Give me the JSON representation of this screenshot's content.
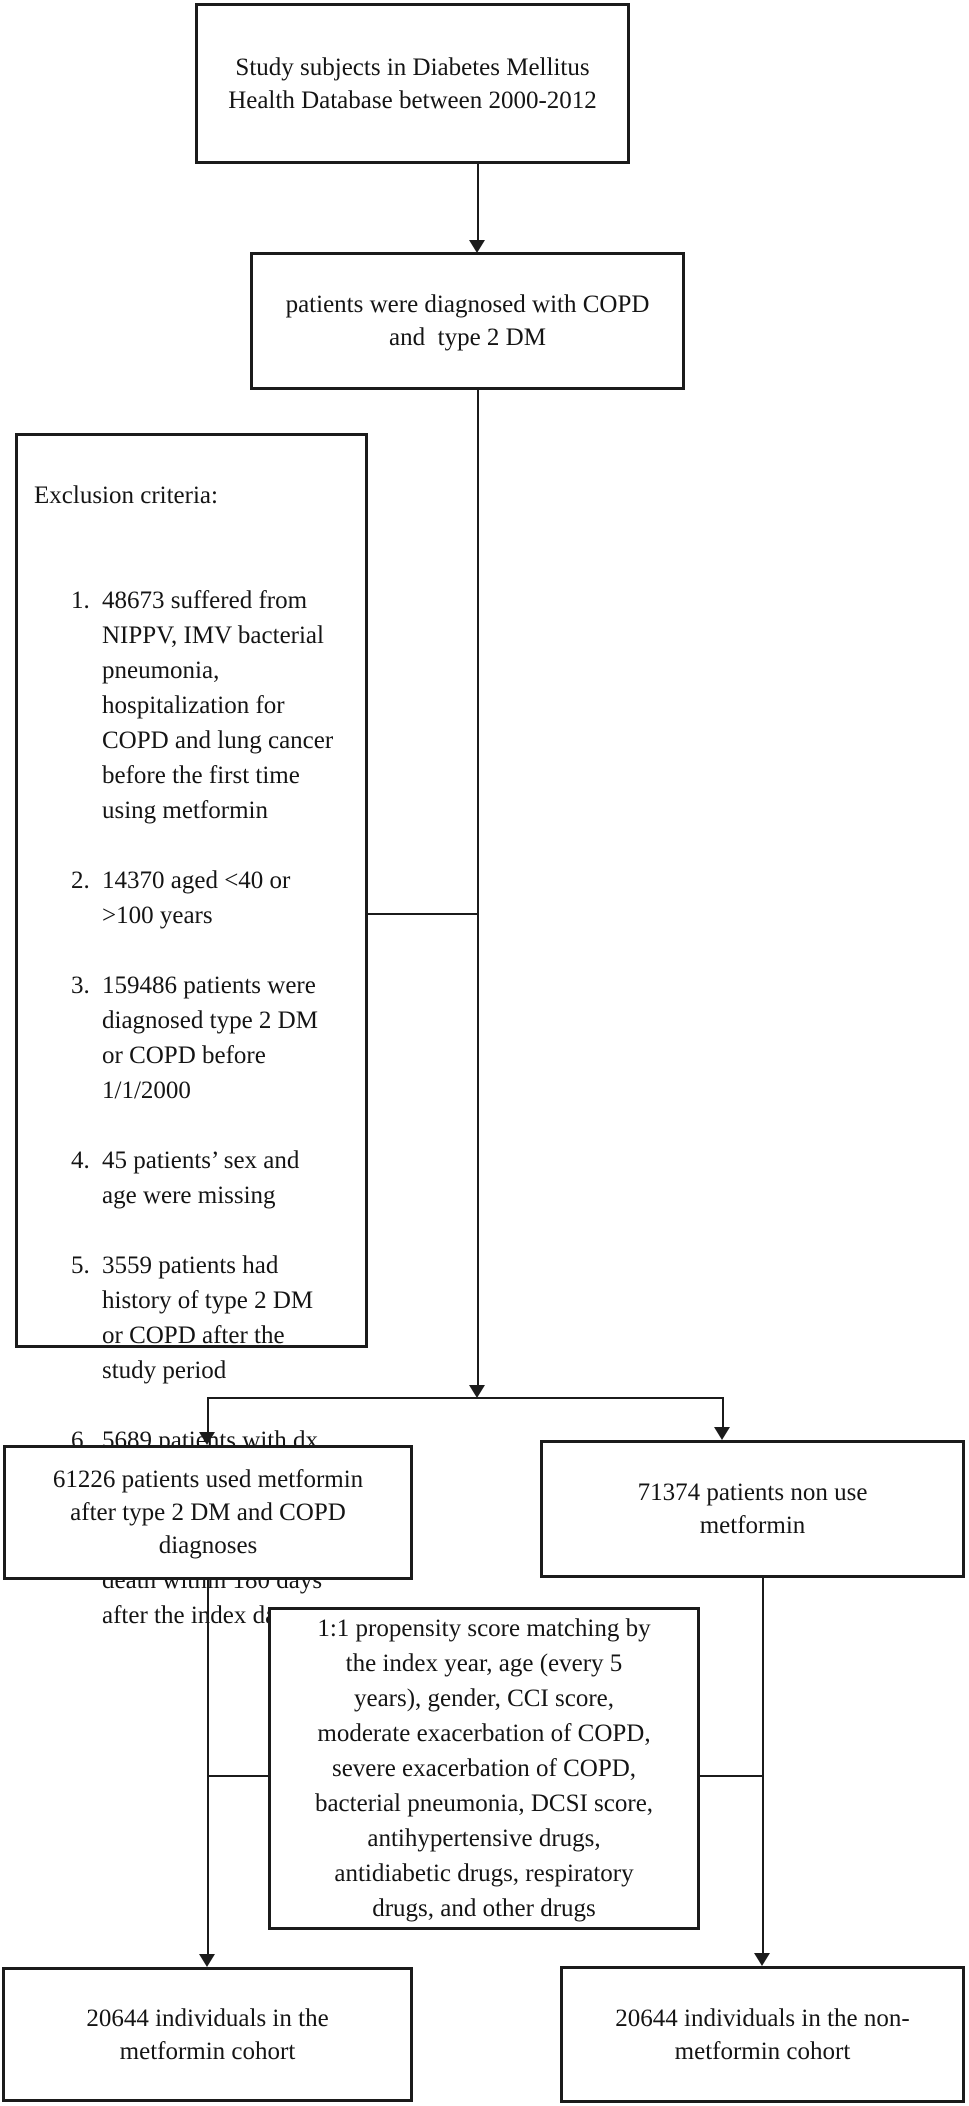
{
  "diagram": {
    "study_box": "Study subjects in Diabetes Mellitus\nHealth Database between 2000-2012",
    "diagnosed_box": "patients were diagnosed with COPD\nand  type 2 DM",
    "exclusion": {
      "heading": "Exclusion criteria:",
      "items": [
        "48673 suffered from\nNIPPV, IMV bacterial\npneumonia,\nhospitalization for\nCOPD and lung cancer\nbefore the first time\nusing metformin",
        "14370 aged <40 or\n>100 years",
        "159486 patients were\ndiagnosed type 2 DM\nor COPD before\n1/1/2000",
        "45 patients’ sex and\nage were missing",
        "3559 patients had\nhistory of type 2 DM\nor COPD after the\nstudy period",
        "5689 patients with dx\nof dialysis, hepatic\nfailure, lung cancer,\nNIPPV, IMV, and\ndeath within 180 days\nafter the index date"
      ]
    },
    "metformin_box": "61226 patients used metformin\nafter type 2 DM and COPD\ndiagnoses",
    "non_metformin_box": "71374 patients non use\nmetformin",
    "matching_box": "1:1 propensity score matching by\nthe index year, age (every 5\nyears), gender, CCI score,\nmoderate exacerbation of COPD,\nsevere exacerbation of COPD,\nbacterial pneumonia, DCSI score,\nantihypertensive drugs,\nantidiabetic drugs, respiratory\ndrugs, and other drugs",
    "metformin_cohort_box": "20644 individuals in the\nmetformin cohort",
    "non_metformin_cohort_box": "20644 individuals in the non-\nmetformin cohort"
  }
}
